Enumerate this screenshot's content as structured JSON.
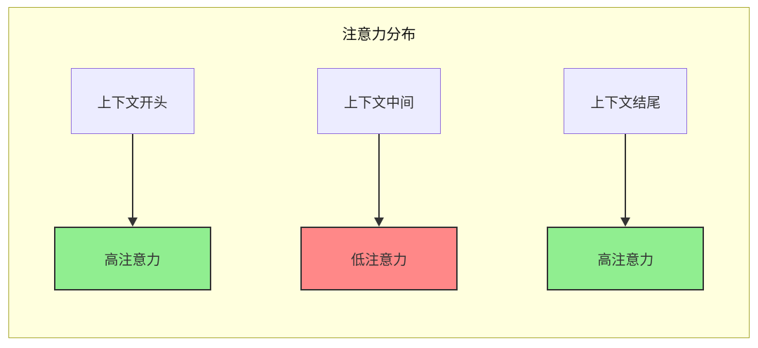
{
  "diagram": {
    "title": "注意力分布",
    "columns": [
      {
        "source_label": "上下文开头",
        "target_label": "高注意力",
        "target_type": "high"
      },
      {
        "source_label": "上下文中间",
        "target_label": "低注意力",
        "target_type": "low"
      },
      {
        "source_label": "上下文结尾",
        "target_label": "高注意力",
        "target_type": "high"
      }
    ],
    "colors": {
      "container_bg": "#ffffde",
      "container_border": "#aaaa33",
      "source_bg": "#ececff",
      "source_border": "#9370db",
      "high_bg": "#90ee90",
      "low_bg": "#ff8888",
      "target_border": "#333333",
      "arrow": "#333333",
      "text": "#333333"
    }
  }
}
